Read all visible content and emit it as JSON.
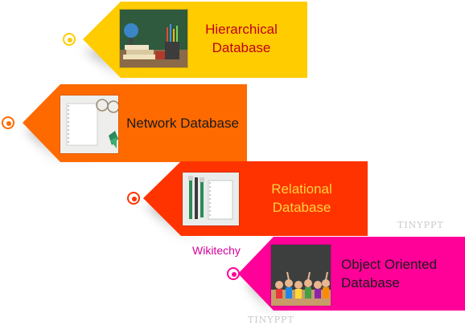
{
  "items": [
    {
      "label_line1": "Hierarchical",
      "label_line2": "Database",
      "color": "#ffcc00",
      "text_color": "#c0001a",
      "image": "books-and-pencils-image"
    },
    {
      "label_line1": "Network Database",
      "label_line2": "",
      "color": "#ff6a00",
      "text_color": "#1a1a1a",
      "image": "notebook-and-glasses-image"
    },
    {
      "label_line1": "Relational",
      "label_line2": "Database",
      "color": "#ff3300",
      "text_color": "#ffd23f",
      "image": "notepad-and-pens-image"
    },
    {
      "label_line1": "Object Oriented",
      "label_line2": "Database",
      "color": "#ff0099",
      "text_color": "#1a1a1a",
      "image": "children-at-chalkboard-image"
    }
  ],
  "brand": "Wikitechy",
  "watermark": "TINYPPT"
}
